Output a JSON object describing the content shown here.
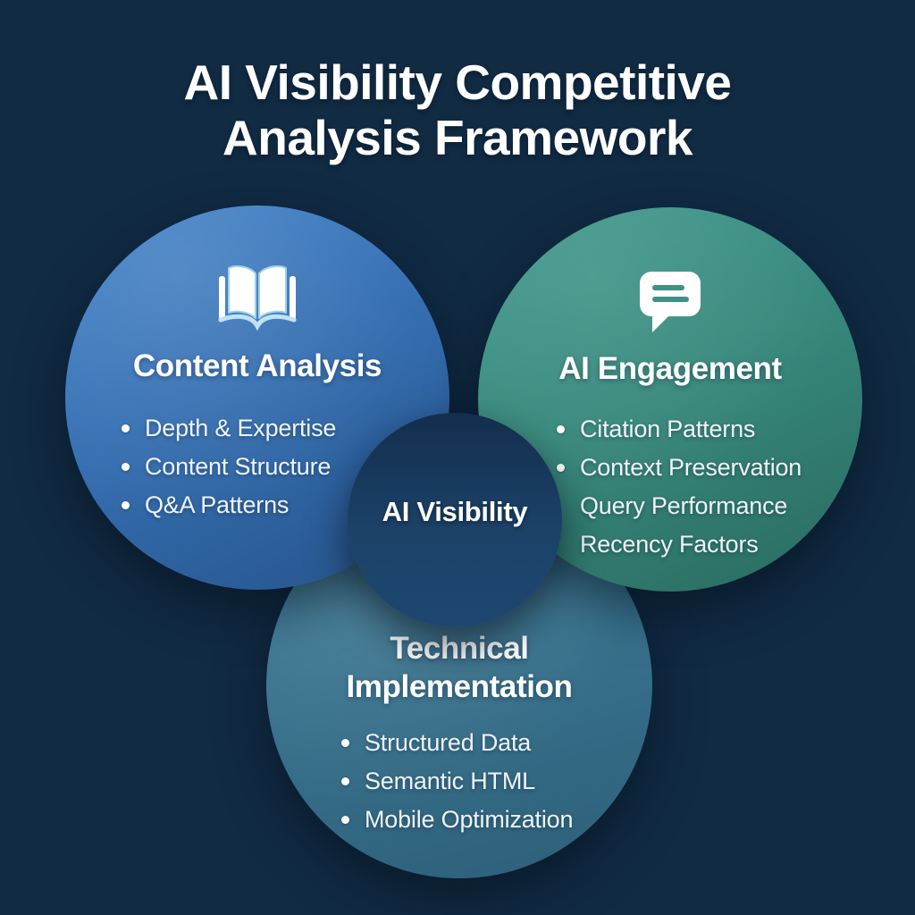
{
  "title": {
    "line1": "AI Visibility Competitive",
    "line2": "Analysis Framework"
  },
  "diagram": {
    "center": {
      "label": "AI Visibility",
      "color": "#1c4268"
    },
    "circles": [
      {
        "id": "content-analysis",
        "heading": "Content Analysis",
        "icon": "open-book-icon",
        "color_top": "#4484ca",
        "color_bottom": "#27538a",
        "items": [
          {
            "text": "Depth & Expertise",
            "bullet": true
          },
          {
            "text": "Content Structure",
            "bullet": true
          },
          {
            "text": "Q&A Patterns",
            "bullet": true
          }
        ]
      },
      {
        "id": "ai-engagement",
        "heading": "AI Engagement",
        "icon": "chat-bubble-icon",
        "color_top": "#3f988c",
        "color_bottom": "#2a6a60",
        "items": [
          {
            "text": "Citation Patterns",
            "bullet": true
          },
          {
            "text": "Context Preservation",
            "bullet": true
          },
          {
            "text": "Query Performance",
            "bullet": false
          },
          {
            "text": "Recency Factors",
            "bullet": false
          }
        ]
      },
      {
        "id": "technical-implementation",
        "heading": "Technical Implementation",
        "icon": null,
        "color_top": "#41809c",
        "color_bottom": "#2d5f79",
        "items": [
          {
            "text": "Structured Data",
            "bullet": true
          },
          {
            "text": "Semantic HTML",
            "bullet": true
          },
          {
            "text": "Mobile Optimization",
            "bullet": true
          }
        ]
      }
    ]
  },
  "colors": {
    "background": "#112b43",
    "text": "#ffffff",
    "book_icon_accent": "#bfe3f5",
    "chat_icon_lines": "#3f9183"
  }
}
